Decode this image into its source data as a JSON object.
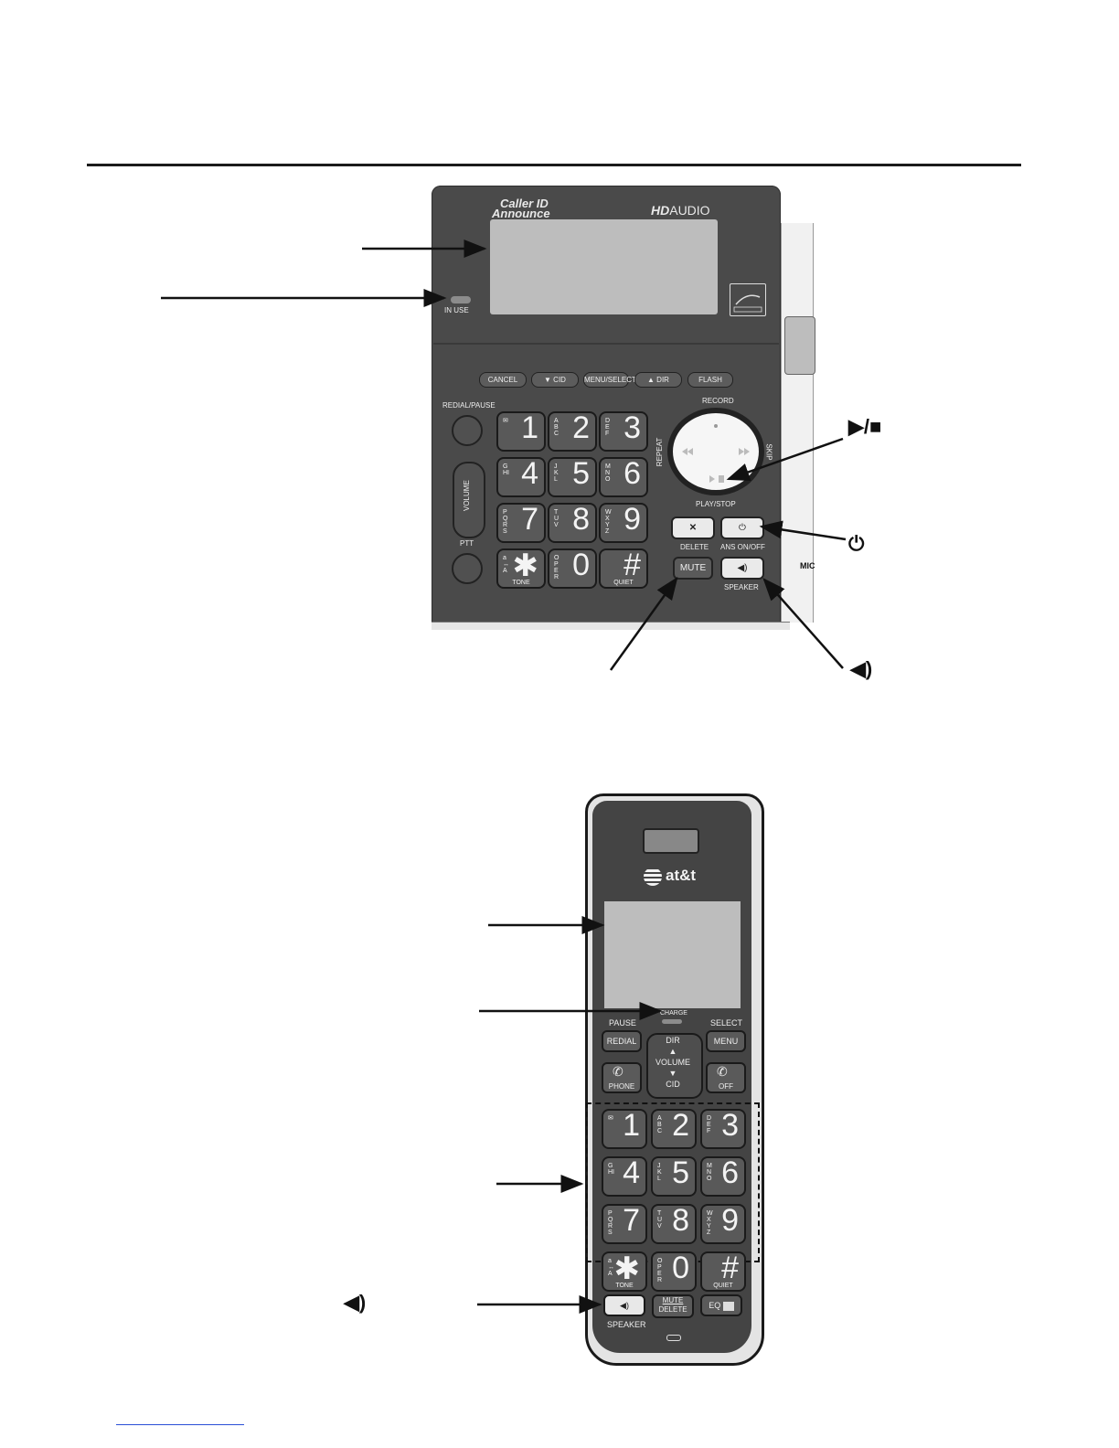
{
  "base": {
    "brand_caller_id": "Caller ID",
    "brand_announce": "Announce",
    "brand_hd": "HD",
    "brand_audio": "AUDIO",
    "in_use": "IN USE",
    "mic": "MIC",
    "top_buttons": [
      "CANCEL",
      "▼ CID",
      "MENU/SELECT",
      "▲ DIR",
      "FLASH"
    ],
    "redial_pause": "REDIAL/PAUSE",
    "volume": "VOLUME",
    "ptt": "PTT",
    "dial": {
      "record": "RECORD",
      "repeat": "REPEAT",
      "skip": "SKIP",
      "play_stop": "PLAY/STOP"
    },
    "delete_button": "✕",
    "delete_label": "DELETE",
    "ans_button": "⏻",
    "ans_label": "ANS ON/OFF",
    "mute": "MUTE",
    "speaker_button": "◀)",
    "speaker_label": "SPEAKER",
    "keys": [
      {
        "digit": "1",
        "letters": "✉",
        "sub": ""
      },
      {
        "digit": "2",
        "letters": "ABC",
        "sub": ""
      },
      {
        "digit": "3",
        "letters": "DEF",
        "sub": ""
      },
      {
        "digit": "4",
        "letters": "GHI",
        "sub": ""
      },
      {
        "digit": "5",
        "letters": "JKL",
        "sub": ""
      },
      {
        "digit": "6",
        "letters": "MNO",
        "sub": ""
      },
      {
        "digit": "7",
        "letters": "PQRS",
        "sub": ""
      },
      {
        "digit": "8",
        "letters": "TUV",
        "sub": ""
      },
      {
        "digit": "9",
        "letters": "WXYZ",
        "sub": ""
      },
      {
        "digit": "✱",
        "letters": "a↔A",
        "sub": "TONE"
      },
      {
        "digit": "0",
        "letters": "OPER",
        "sub": ""
      },
      {
        "digit": "#",
        "letters": "",
        "sub": "QUIET"
      }
    ]
  },
  "callouts": {
    "play_stop_glyph": "▶/■",
    "power_glyph": "⏻",
    "speaker_glyph": "◀)",
    "handset_speaker_glyph": "◀)"
  },
  "handset": {
    "logo": "at&t",
    "charge": "CHARGE",
    "pause": "PAUSE",
    "select": "SELECT",
    "redial": "REDIAL",
    "menu": "MENU",
    "nav_dir": "DIR",
    "nav_volume": "VOLUME",
    "nav_cid": "CID",
    "phone": "PHONE",
    "off": "OFF",
    "speaker": "SPEAKER",
    "mute": "MUTE",
    "delete": "DELETE",
    "eq": "EQ",
    "keys": [
      {
        "digit": "1",
        "letters": "✉",
        "sub": ""
      },
      {
        "digit": "2",
        "letters": "ABC",
        "sub": ""
      },
      {
        "digit": "3",
        "letters": "DEF",
        "sub": ""
      },
      {
        "digit": "4",
        "letters": "GHI",
        "sub": ""
      },
      {
        "digit": "5",
        "letters": "JKL",
        "sub": ""
      },
      {
        "digit": "6",
        "letters": "MNO",
        "sub": ""
      },
      {
        "digit": "7",
        "letters": "PQRS",
        "sub": ""
      },
      {
        "digit": "8",
        "letters": "TUV",
        "sub": ""
      },
      {
        "digit": "9",
        "letters": "WXYZ",
        "sub": ""
      },
      {
        "digit": "✱",
        "letters": "a↔A",
        "sub": "TONE"
      },
      {
        "digit": "0",
        "letters": "OPER",
        "sub": ""
      },
      {
        "digit": "#",
        "letters": "",
        "sub": "QUIET"
      }
    ]
  }
}
